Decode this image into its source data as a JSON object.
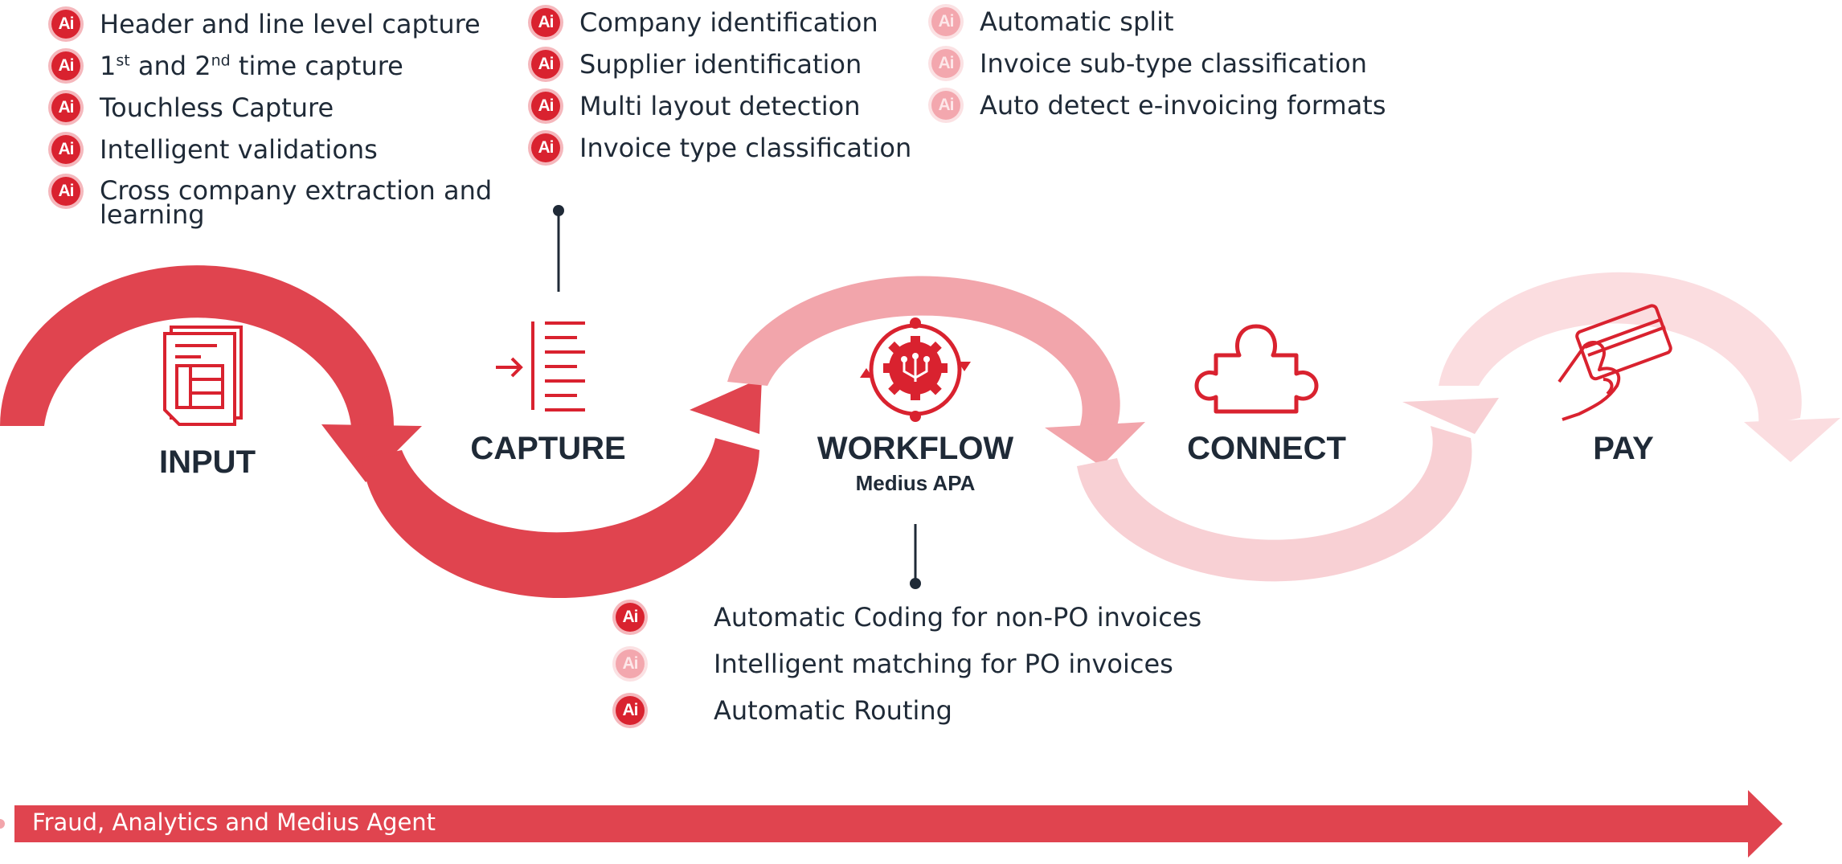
{
  "colors": {
    "dark_red": "#e0444f",
    "mid_pink": "#f2a5ab",
    "light_pink": "#f8d0d4",
    "icon_red": "#d9222f",
    "text_dark": "#1f2a37"
  },
  "stages": {
    "input": {
      "label": "INPUT",
      "icon": "document-stack-icon"
    },
    "capture": {
      "label": "CAPTURE",
      "icon": "capture-lines-icon"
    },
    "workflow": {
      "label": "WORKFLOW",
      "sublabel": "Medius APA",
      "icon": "gear-cycle-icon"
    },
    "connect": {
      "label": "CONNECT",
      "icon": "puzzle-icon"
    },
    "pay": {
      "label": "PAY",
      "icon": "hand-card-icon"
    }
  },
  "capture_features": {
    "column1": [
      {
        "text": "Header and line level capture",
        "badge": "strong"
      },
      {
        "text_parts": [
          "1",
          "st",
          " and 2",
          "nd",
          " time capture"
        ],
        "badge": "strong"
      },
      {
        "text": "Touchless Capture",
        "badge": "strong"
      },
      {
        "text": "Intelligent validations",
        "badge": "strong"
      },
      {
        "text": "Cross company extraction and learning",
        "badge": "strong"
      }
    ],
    "column2": [
      {
        "text": "Company identification",
        "badge": "strong"
      },
      {
        "text": "Supplier identification",
        "badge": "strong"
      },
      {
        "text": "Multi layout detection",
        "badge": "strong"
      },
      {
        "text": "Invoice type classification",
        "badge": "strong"
      }
    ],
    "column3": [
      {
        "text": "Automatic split",
        "badge": "light"
      },
      {
        "text": "Invoice sub-type classification",
        "badge": "light"
      },
      {
        "text": "Auto detect e-invoicing formats",
        "badge": "light"
      }
    ]
  },
  "workflow_features": [
    {
      "text": "Automatic Coding for non-PO invoices",
      "badge": "strong"
    },
    {
      "text": "Intelligent matching for PO invoices",
      "badge": "light"
    },
    {
      "text": "Automatic Routing",
      "badge": "strong"
    }
  ],
  "ai_badge_text": "Ai",
  "bottom_bar": {
    "text": "Fraud, Analytics and Medius Agent"
  }
}
